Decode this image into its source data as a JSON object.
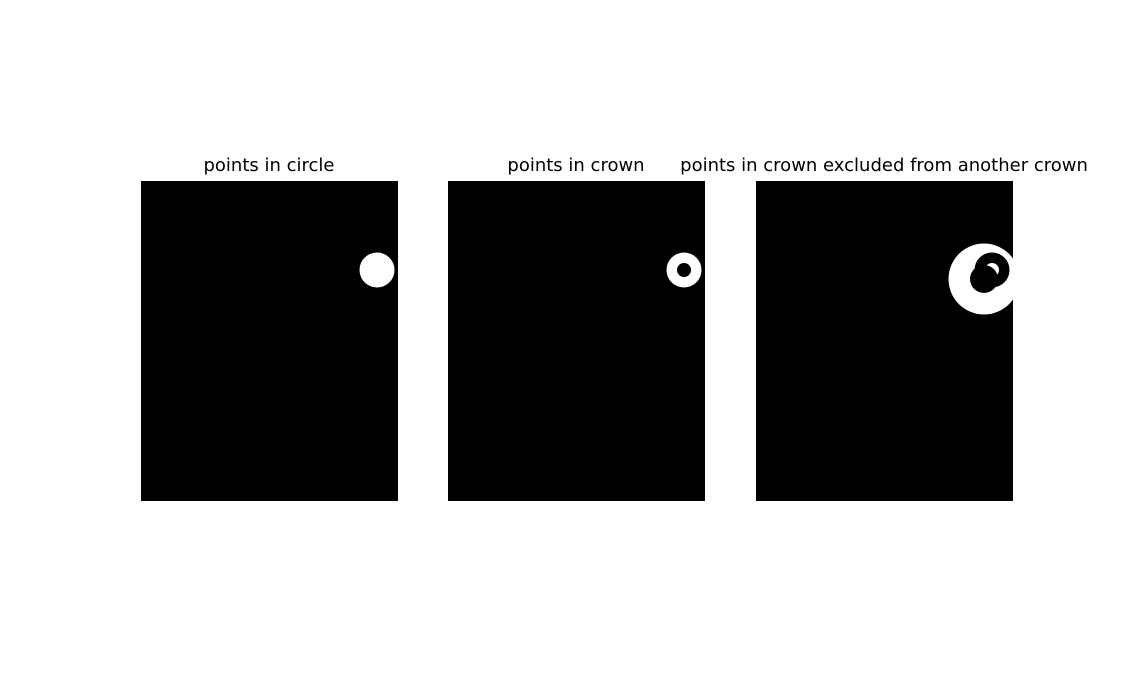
{
  "figure": {
    "background": "#ffffff",
    "panels": [
      {
        "title": "points in circle",
        "mask_color": "#ffffff",
        "background_color": "#000000"
      },
      {
        "title": "points in crown",
        "mask_color": "#ffffff",
        "background_color": "#000000"
      },
      {
        "title": "points in crown excluded from another crown",
        "mask_color": "#ffffff",
        "background_color": "#000000"
      }
    ]
  }
}
